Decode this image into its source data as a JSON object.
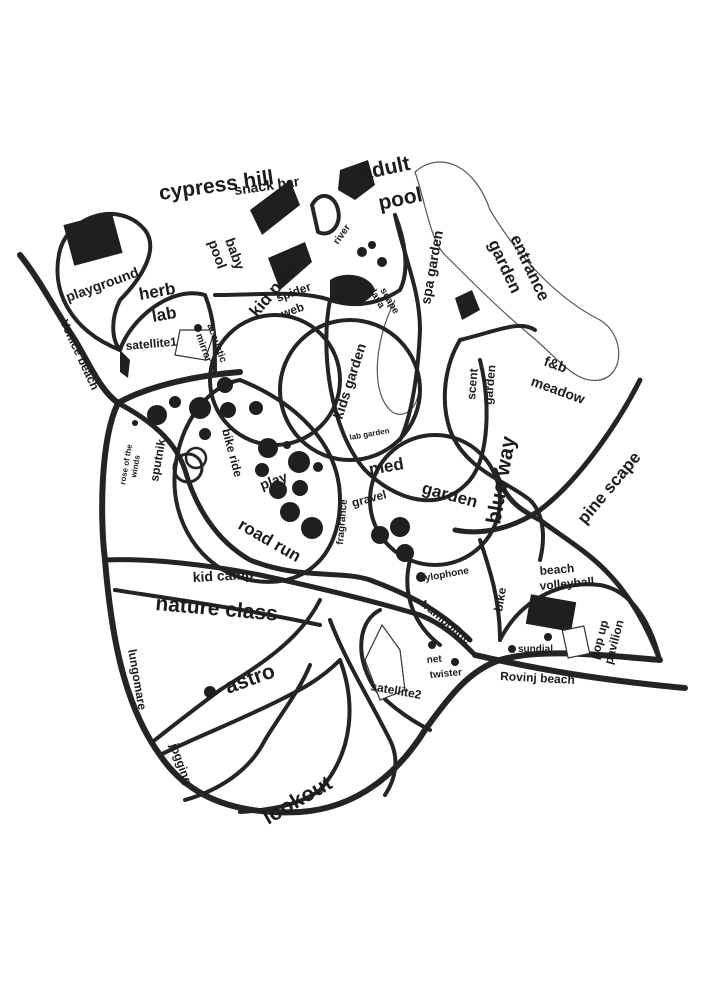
{
  "colors": {
    "ink": "#242424",
    "paper": "#ffffff"
  },
  "labels": {
    "cypress_hill": "cypress hill",
    "snack_bar": "snack bar",
    "adult_pool": "adult",
    "adult_pool_2": "pool",
    "baby_pool": "baby",
    "baby_pool_2": "pool",
    "river": "river",
    "spa_garden": "spa garden",
    "entrance_garden": "entrance",
    "entrance_garden_2": "garden",
    "playground": "playground",
    "herb_lab": "herb",
    "herb_lab_2": "lab",
    "kid_pool": "kid pool",
    "spider_web": "spider",
    "spider_web_2": "web",
    "lava_scape": "lava",
    "lava_scape_2": "scape",
    "venice_beach": "Venice beach",
    "satellite1": "satellite1",
    "acoustic_mirror": "acoustic",
    "acoustic_mirror_2": "mirror",
    "kids_garden": "kids garden",
    "scent_garden": "scent",
    "scent_garden_2": "garden",
    "fb_meadow": "f&b",
    "fb_meadow_2": "meadow",
    "rose_of_the_winds": "rose of the",
    "rose_of_the_winds_2": "winds",
    "sputnik": "sputnik",
    "bike_ride": "bike ride",
    "lab_garden": "lab garden",
    "med_garden": "med",
    "med_garden_2": "garden",
    "blue_way": "blue way",
    "pine_scape": "pine scape",
    "play": "play",
    "gravel": "gravel",
    "fragrance": "fragrance",
    "road_run": "road run",
    "kid_camp": "kid camp",
    "nature_class": "nature class",
    "xylophone": "xylophone",
    "beach_volleyball": "beach",
    "beach_volleyball_2": "volleyball",
    "bike": "bike",
    "trampoline": "trampoline",
    "pop_up_pavilion": "pop up",
    "pop_up_pavilion_2": "pavilion",
    "sundial": "sundial",
    "lungomare": "lungomare",
    "astro": "astro",
    "net_twister": "net",
    "net_twister_2": "twister",
    "satellite2": "satellite2",
    "rovinj_beach": "Rovinj beach",
    "jogging": "jogging",
    "lookout": "lookout"
  }
}
